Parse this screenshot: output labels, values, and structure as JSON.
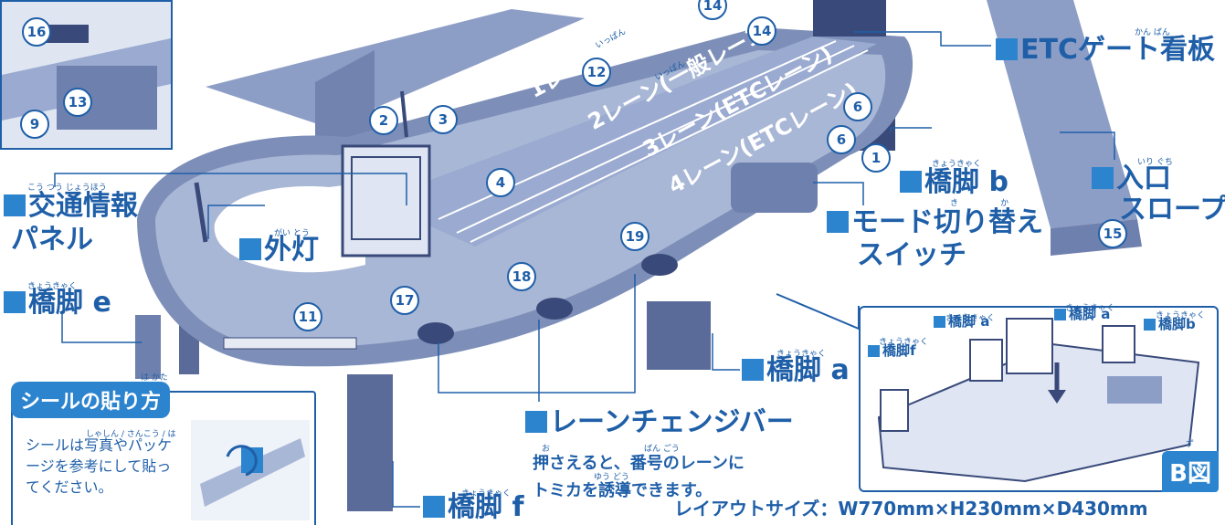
{
  "colors": {
    "accent": "#2c84cf",
    "text": "#1f5fa8",
    "track": "#7d8fb8",
    "trackLight": "#a9b7d6",
    "dark": "#4b5c8c"
  },
  "labels": {
    "etc_gate": "ETCゲート看板",
    "etc_gate_ruby": "かん ばん",
    "leg_b": "橋脚 b",
    "leg_b_ruby": "きょうきゃく",
    "slope_line1": "入口",
    "slope_line2": "スロープ",
    "slope_ruby": "いり ぐち",
    "traffic_panel_line1": "交通情報",
    "traffic_panel_line2": "パネル",
    "traffic_ruby": "こう つう じょうほう",
    "street_light": "外灯",
    "street_light_ruby": "がい とう",
    "mode_switch_line1": "モード切り替え",
    "mode_switch_line2": "スイッチ",
    "mode_switch_ruby_1": "き",
    "mode_switch_ruby_2": "か",
    "leg_e": "橋脚 e",
    "leg_e_ruby": "きょうきゃく",
    "leg_a": "橋脚 a",
    "leg_a_ruby": "きょうきゃく",
    "leg_f": "橋脚 f",
    "leg_f_ruby": "きょうきゃく",
    "lane_bar": "レーンチェンジバー",
    "lane_bar_desc_1": "押さえると、番号のレーンに",
    "lane_bar_desc_2": "トミカを誘導できます。",
    "lane_bar_desc_ruby_1": "お",
    "lane_bar_desc_ruby_2": "ばん ごう",
    "lane_bar_desc_ruby_3": "ゆう どう"
  },
  "lanes": [
    {
      "text": "1レーン(一般レーン)",
      "ruby": "いっぱん"
    },
    {
      "text": "2レーン(一般レーン)",
      "ruby": "いっぱん"
    },
    {
      "text": "3レーン(ETCレーン)"
    },
    {
      "text": "4レーン(ETCレーン)"
    }
  ],
  "numbers": [
    "1",
    "2",
    "3",
    "4",
    "6",
    "6",
    "11",
    "12",
    "14",
    "14",
    "15",
    "17",
    "18",
    "19"
  ],
  "thumb_numbers": [
    "16",
    "9",
    "13"
  ],
  "sticker_howto": {
    "title": "シールの貼り方",
    "title_ruby": "は かた",
    "text": "シールは写真やパッケージを参考にして貼ってください。",
    "ruby": "しゃしん / さんこう / は"
  },
  "figure_b": {
    "badge": "B図",
    "badge_ruby": "ず",
    "leg_a_1": "橋脚 a",
    "leg_a_2": "橋脚 a",
    "leg_b": "橋脚b",
    "leg_f": "橋脚f",
    "ruby": "きょうきゃく"
  },
  "layout_size": "レイアウトサイズ：W770mm×H230mm×D430mm"
}
